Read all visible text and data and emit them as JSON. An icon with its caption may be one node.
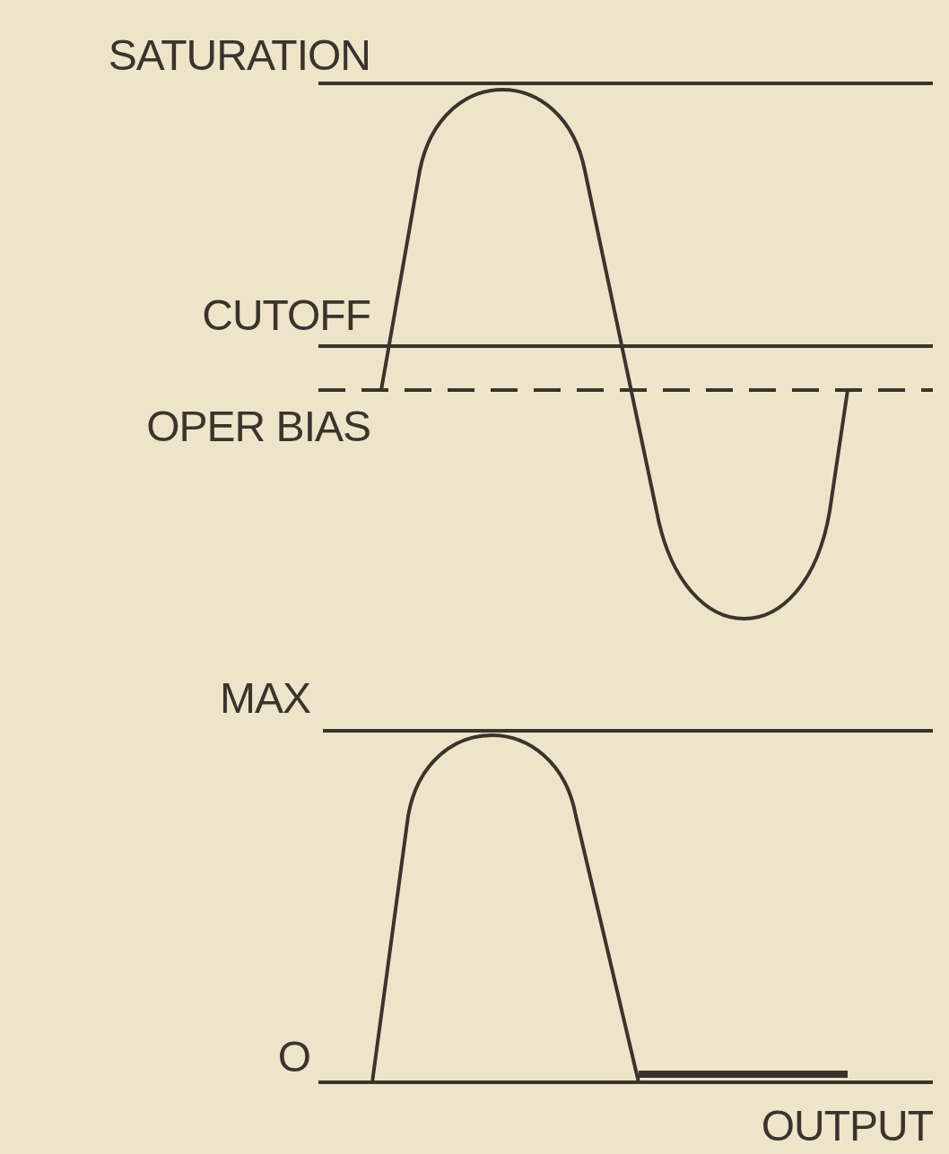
{
  "diagram": {
    "labels": [
      "SATURATION",
      "CUTOFF",
      "OPER BIAS",
      "MAX",
      "O",
      "OUTPUT"
    ]
  }
}
